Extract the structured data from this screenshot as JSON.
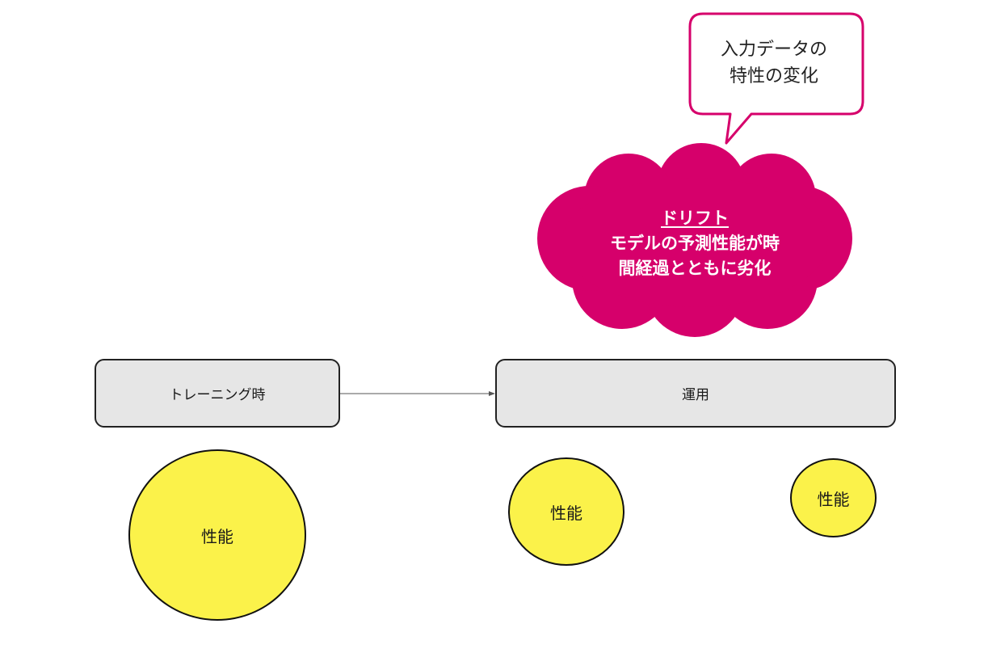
{
  "colors": {
    "accent": "#d6006b",
    "circle_fill": "#fbf24a",
    "box_fill": "#e6e6e6",
    "outline": "#222222"
  },
  "stages": {
    "training": "トレーニング時",
    "operation": "運用"
  },
  "performance": {
    "training_label": "性能",
    "operation_label_1": "性能",
    "operation_label_2": "性能"
  },
  "drift": {
    "title": "ドリフト",
    "line1": "モデルの予測性能が時",
    "line2": "間経過とともに劣化"
  },
  "callout": {
    "line1": "入力データの",
    "line2": "特性の変化"
  }
}
